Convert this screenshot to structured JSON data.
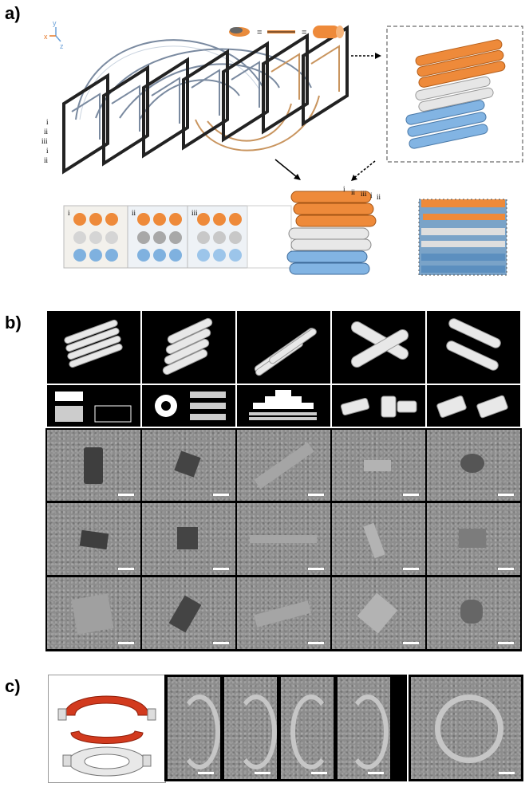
{
  "panels": {
    "a": {
      "label": "a)",
      "axes": {
        "x": "x",
        "y": "y",
        "z": "z"
      },
      "helix_labels": [
        "i",
        "ii",
        "iii",
        "i",
        "ii"
      ],
      "equals": [
        "=",
        "="
      ],
      "slice_labels": [
        "i",
        "ii",
        "iii"
      ],
      "stack_labels": [
        "i",
        "ii",
        "iii",
        "i",
        "ii"
      ]
    },
    "b": {
      "label": "b)"
    },
    "c": {
      "label": "c)"
    }
  },
  "colors": {
    "orange": "#ee8a3a",
    "blue": "#7fb1df",
    "gray": "#d9d9d9",
    "dark": "#2a2a2a",
    "red": "#d23a1e"
  }
}
